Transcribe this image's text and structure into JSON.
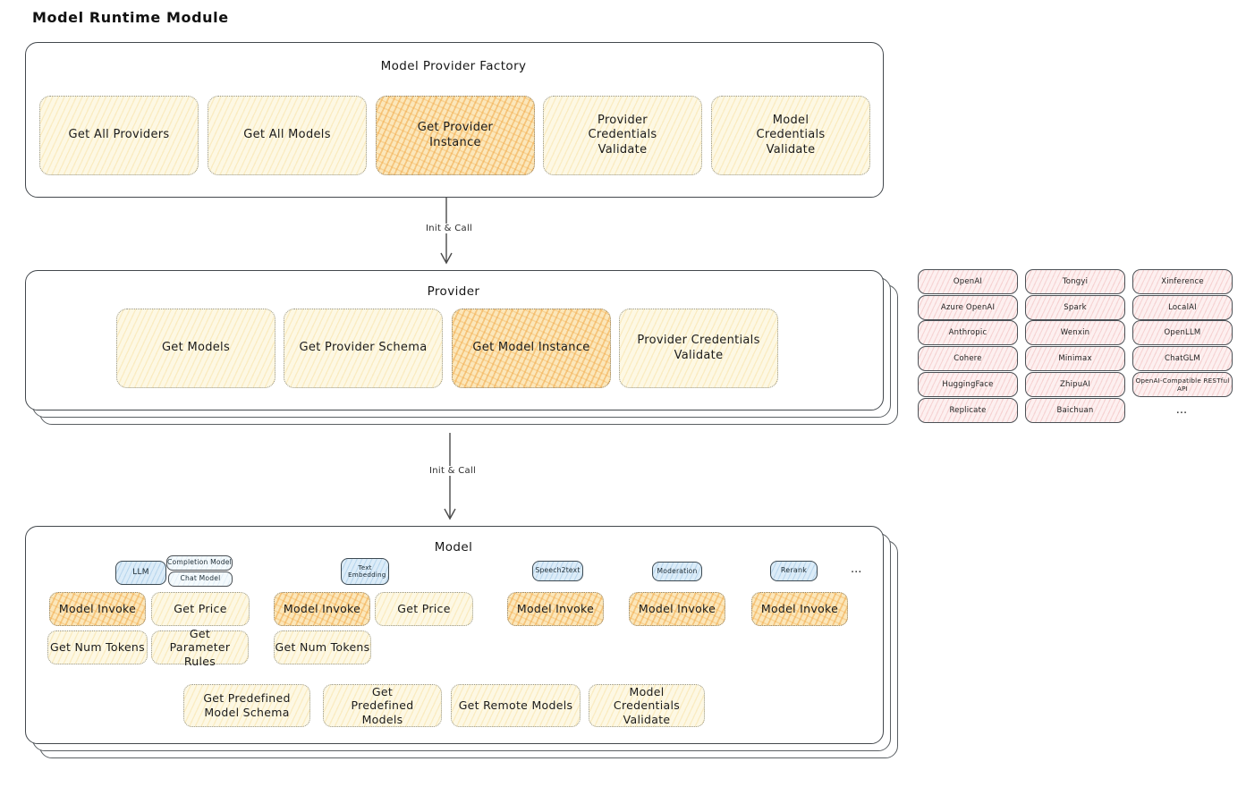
{
  "title": "Model Runtime Module",
  "arrows": {
    "first": "Init & Call",
    "second": "Init & Call"
  },
  "factory": {
    "title": "Model Provider Factory",
    "buttons": [
      {
        "label": "Get All Providers",
        "highlighted": false
      },
      {
        "label": "Get All Models",
        "highlighted": false
      },
      {
        "label": "Get Provider Instance",
        "highlighted": true
      },
      {
        "label": "Provider Credentials Validate",
        "highlighted": false
      },
      {
        "label": "Model Credentials Validate",
        "highlighted": false
      }
    ]
  },
  "provider": {
    "title": "Provider",
    "buttons": [
      {
        "label": "Get Models",
        "highlighted": false
      },
      {
        "label": "Get Provider Schema",
        "highlighted": false
      },
      {
        "label": "Get Model Instance",
        "highlighted": true
      },
      {
        "label": "Provider Credentials Validate",
        "highlighted": false
      }
    ]
  },
  "provider_list": {
    "rows": [
      [
        "OpenAI",
        "Tongyi",
        "Xinference"
      ],
      [
        "Azure OpenAI",
        "Spark",
        "LocalAI"
      ],
      [
        "Anthropic",
        "Wenxin",
        "OpenLLM"
      ],
      [
        "Cohere",
        "Minimax",
        "ChatGLM"
      ],
      [
        "HuggingFace",
        "ZhipuAI",
        "OpenAI-Compatible RESTful API"
      ],
      [
        "Replicate",
        "Baichuan",
        "..."
      ]
    ]
  },
  "model": {
    "title": "Model",
    "tags": {
      "llm": "LLM",
      "completion": "Completion Model",
      "chat": "Chat Model",
      "text_embedding": "Text Embedding",
      "speech2text": "Speech2text",
      "moderation": "Moderation",
      "rerank": "Rerank",
      "more": "..."
    },
    "invoke": "Model Invoke",
    "get_price": "Get Price",
    "get_num_tokens": "Get Num Tokens",
    "get_parameter_rules": "Get Parameter Rules",
    "get_predefined_model_schema": "Get Predefined Model Schema",
    "get_predefined_models": "Get Predefined Models",
    "get_remote_models": "Get Remote Models",
    "model_credentials_validate": "Model Credentials Validate"
  },
  "colors": {
    "highlight_orange": "#f1a43e",
    "light_yellow": "#fdf8e4",
    "provider_pink": "#fdf0f0",
    "tag_blue": "#dcecf8",
    "border_dark": "#43484d"
  }
}
